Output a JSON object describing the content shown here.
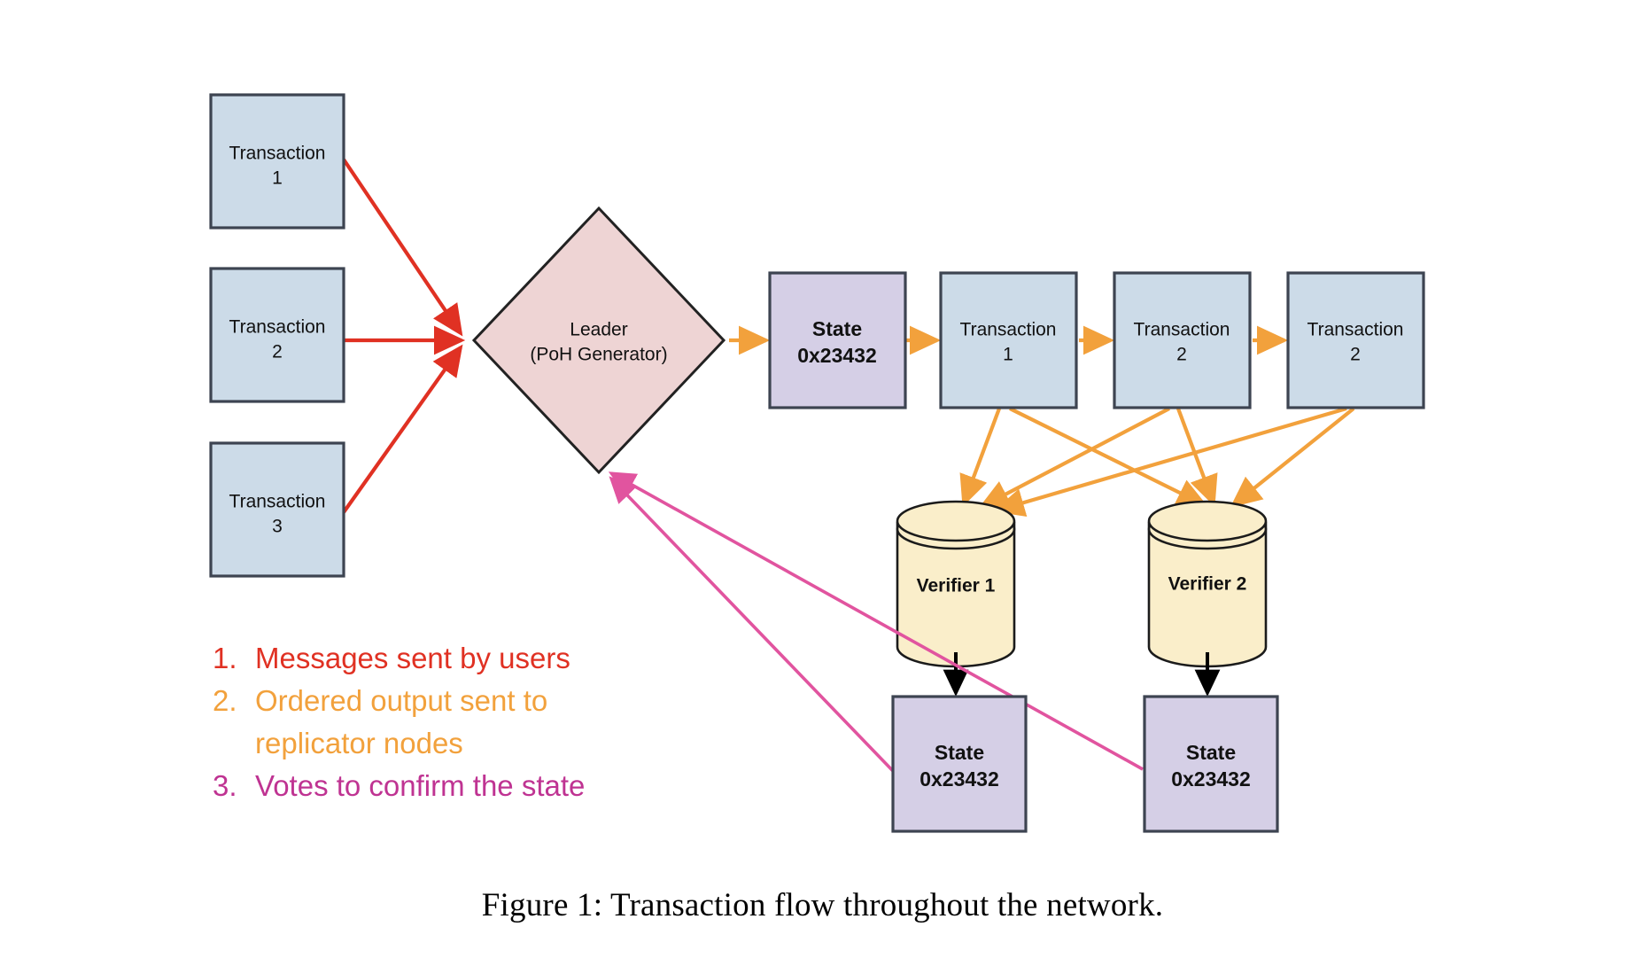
{
  "figure": {
    "caption": "Figure 1:  Transaction flow throughout the network."
  },
  "colors": {
    "transaction_fill": "#ccdbe8",
    "transaction_stroke": "#3d4451",
    "leader_fill": "#eed4d4",
    "leader_stroke": "#222222",
    "state_fill": "#d5cfe6",
    "state_stroke": "#3d4451",
    "verifier_fill": "#faeeca",
    "verifier_stroke": "#1b1b1b",
    "arrow_messages": "#e03123",
    "arrow_ordered": "#f2a13c",
    "arrow_votes": "#e1549f",
    "arrow_black": "#000000",
    "background": "#ffffff"
  },
  "inputs": {
    "boxes": [
      {
        "line1": "Transaction",
        "line2": "1"
      },
      {
        "line1": "Transaction",
        "line2": "2"
      },
      {
        "line1": "Transaction",
        "line2": "3"
      }
    ]
  },
  "leader": {
    "line1": "Leader",
    "line2": "(PoH Generator)"
  },
  "ledger": {
    "state": {
      "line1": "State",
      "line2": "0x23432"
    },
    "entries": [
      {
        "line1": "Transaction",
        "line2": "1"
      },
      {
        "line1": "Transaction",
        "line2": "2"
      },
      {
        "line1": "Transaction",
        "line2": "2"
      }
    ]
  },
  "verifiers": [
    {
      "label": "Verifier 1"
    },
    {
      "label": "Verifier 2"
    }
  ],
  "verified_states": [
    {
      "line1": "State",
      "line2": "0x23432"
    },
    {
      "line1": "State",
      "line2": "0x23432"
    }
  ],
  "legend": {
    "items": [
      {
        "number": "1.",
        "line1": "Messages sent by users",
        "line2": "",
        "color": "#e03123"
      },
      {
        "number": "2.",
        "line1": "Ordered output sent to",
        "line2": "replicator nodes",
        "color": "#f2a13c"
      },
      {
        "number": "3.",
        "line1": "Votes to confirm the state",
        "line2": "",
        "color": "#bf3392"
      }
    ]
  }
}
